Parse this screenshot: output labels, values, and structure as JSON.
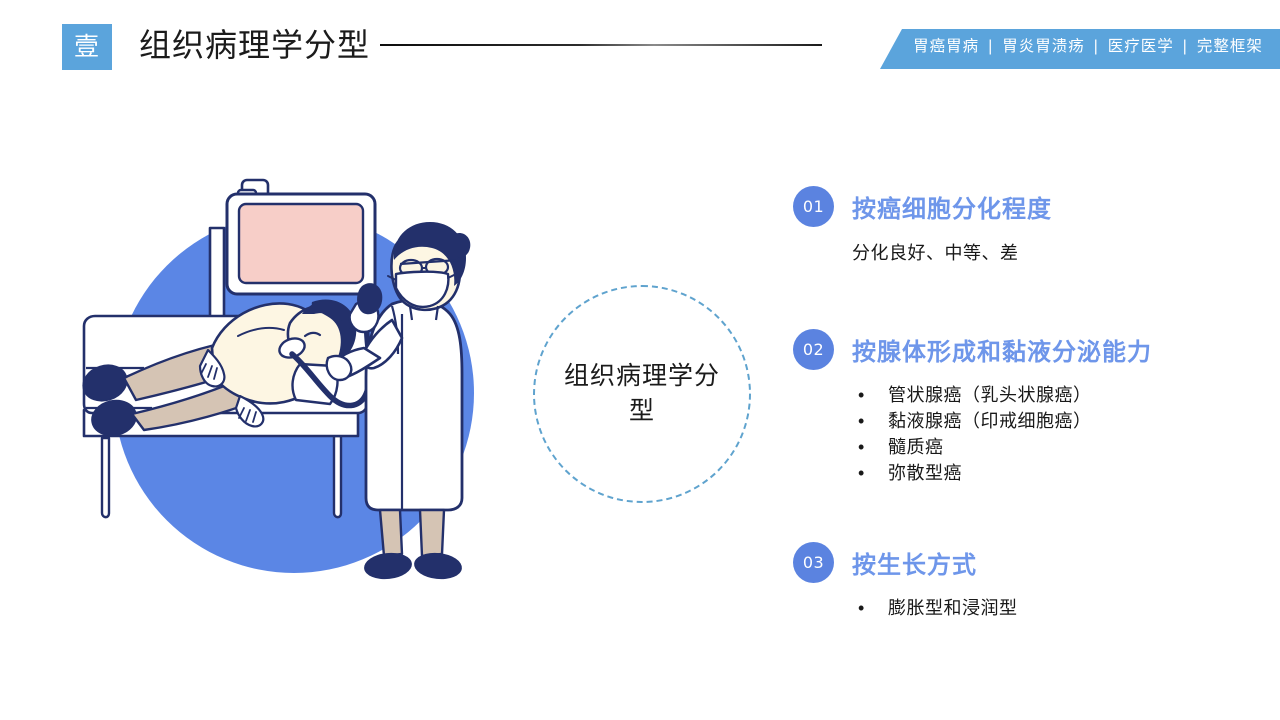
{
  "header": {
    "chapter_badge": "壹",
    "title": "组织病理学分型"
  },
  "ribbon": {
    "items": [
      "胃癌胃病",
      "胃炎胃溃疡",
      "医疗医学",
      "完整框架"
    ],
    "separator": "|",
    "color": "#5BA4DC"
  },
  "center": {
    "label": "组织病理学分型",
    "border_color": "#5FA3CE"
  },
  "illustration": {
    "name": "endoscopy-illustration",
    "circle_color": "#5B86E5",
    "screen_color": "#F7CEC8",
    "ink_color": "#23306B",
    "skin_color": "#FDF6E3",
    "blanket_color": "#D5C4B4"
  },
  "sections": [
    {
      "number": "01",
      "title": "按癌细胞分化程度",
      "plain": "分化良好、中等、差",
      "bullets": []
    },
    {
      "number": "02",
      "title": "按腺体形成和黏液分泌能力",
      "plain": "",
      "bullets": [
        "管状腺癌（乳头状腺癌）",
        "黏液腺癌（印戒细胞癌）",
        "髓质癌",
        "弥散型癌"
      ]
    },
    {
      "number": "03",
      "title": "按生长方式",
      "plain": "",
      "bullets": [
        "膨胀型和浸润型"
      ]
    }
  ],
  "bullet_glyph": "•",
  "accent_colors": {
    "section_title": "#6E96EA",
    "badge_circle": "#5B83E0",
    "header_badge": "#5BA4DC"
  }
}
